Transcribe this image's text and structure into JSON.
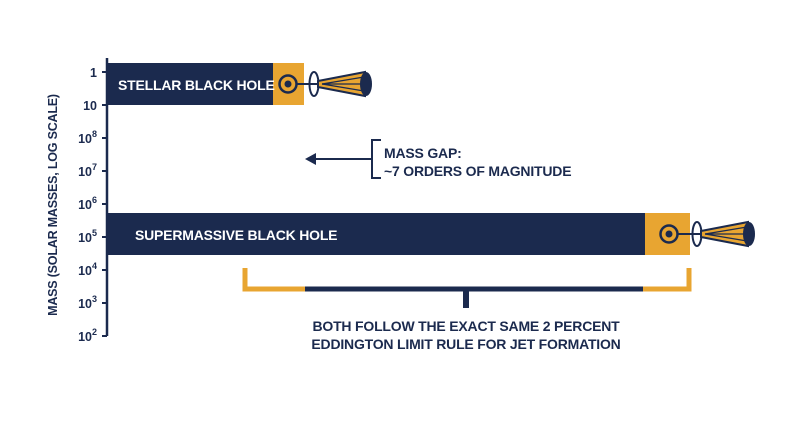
{
  "axis": {
    "label": "MASS (SOLAR MASSES, LOG SCALE)",
    "ticks": [
      {
        "base": "1",
        "exp": ""
      },
      {
        "base": "10",
        "exp": ""
      },
      {
        "base": "10",
        "exp": "8"
      },
      {
        "base": "10",
        "exp": "7"
      },
      {
        "base": "10",
        "exp": "6"
      },
      {
        "base": "10",
        "exp": "5"
      },
      {
        "base": "10",
        "exp": "4"
      },
      {
        "base": "10",
        "exp": "3"
      },
      {
        "base": "10",
        "exp": "2"
      }
    ]
  },
  "bars": {
    "stellar": {
      "label": "STELLAR BLACK HOLE"
    },
    "supermassive": {
      "label": "SUPERMASSIVE BLACK HOLE"
    }
  },
  "mass_gap": {
    "line1": "MASS GAP:",
    "line2": "~7 ORDERS OF MAGNITUDE"
  },
  "bracket_note": {
    "line1": "BOTH FOLLOW THE EXACT SAME 2 PERCENT",
    "line2": "EDDINGTON LIMIT RULE FOR JET FORMATION"
  },
  "colors": {
    "navy": "#1b2a4e",
    "gold": "#e8a531",
    "background": "#ffffff"
  },
  "icons": {
    "jet": "jet-cone-icon",
    "core": "black-hole-core-icon"
  }
}
